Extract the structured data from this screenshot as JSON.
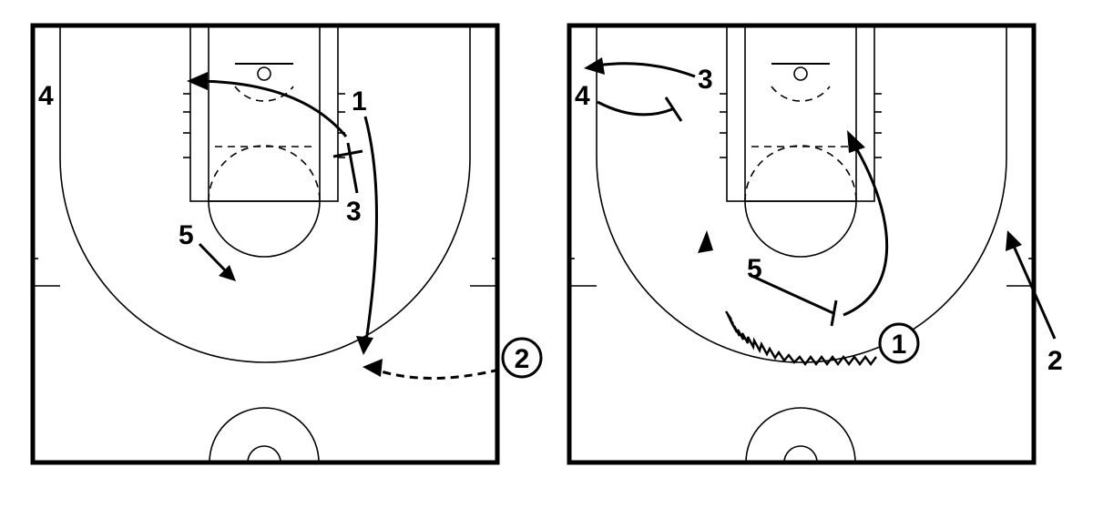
{
  "diagrams": [
    {
      "players": {
        "p1": "1",
        "p2": "2",
        "p3": "3",
        "p4": "4",
        "p5": "5"
      }
    },
    {
      "players": {
        "p1": "1",
        "p2": "2",
        "p3": "3",
        "p4": "4",
        "p5": "5"
      }
    }
  ],
  "legend": {
    "cut": "solid-arrow",
    "pass": "dashed-arrow",
    "dribble": "wavy-arrow",
    "screen": "t-bar-line",
    "ball_handler": "circled-number"
  }
}
